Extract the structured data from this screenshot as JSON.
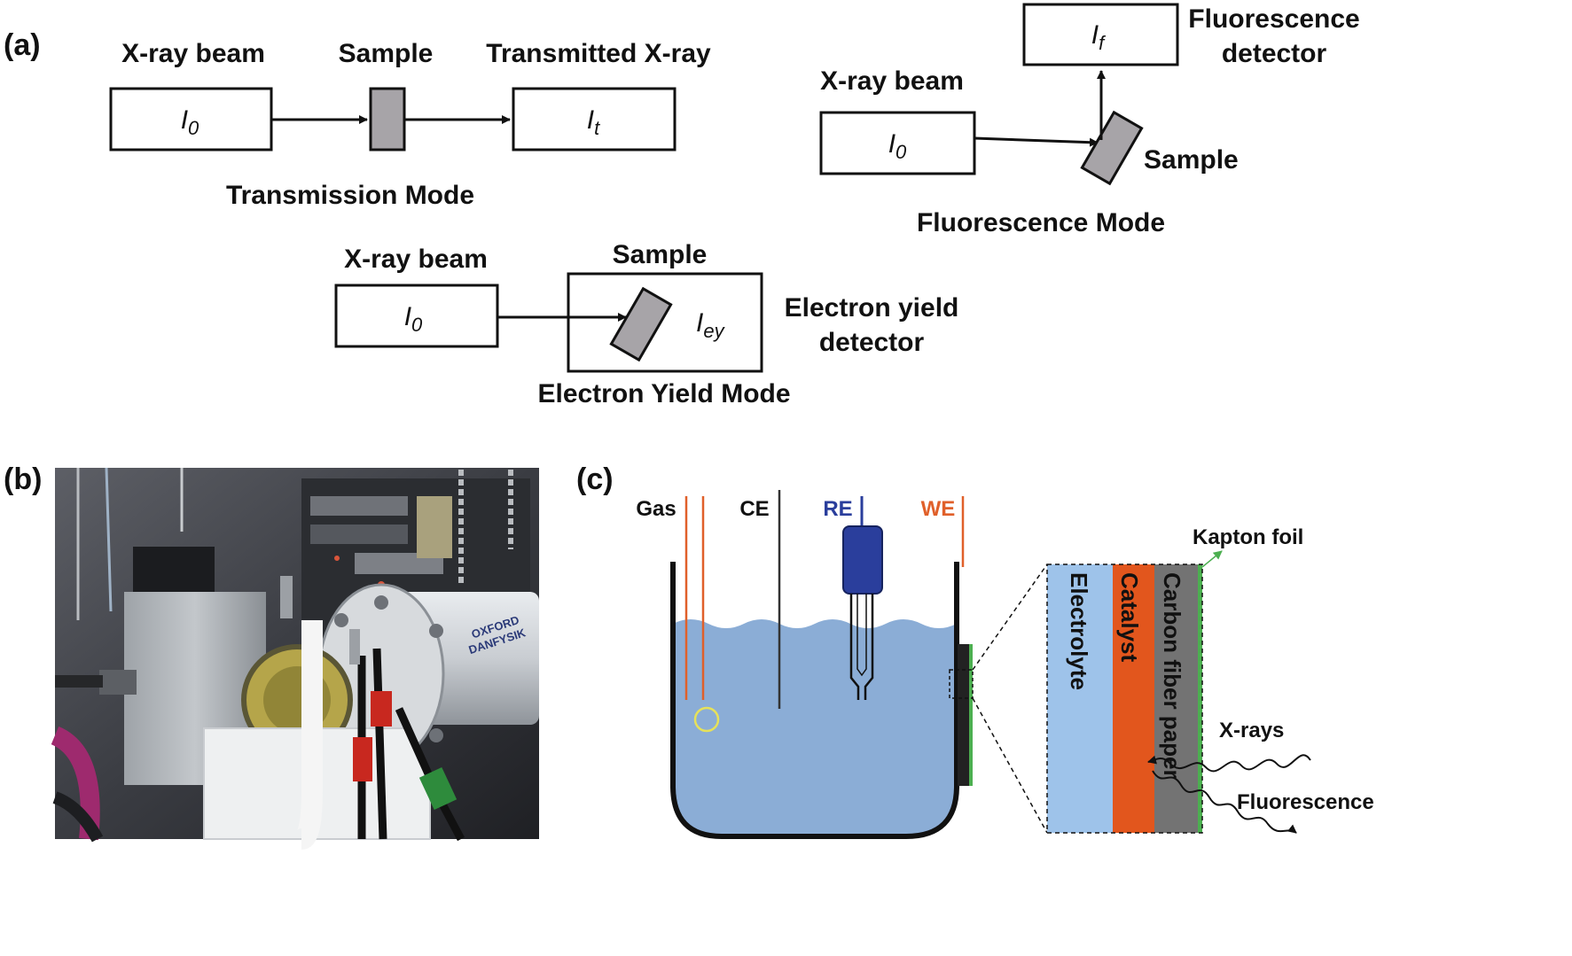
{
  "panels": {
    "a": "(a)",
    "b": "(b)",
    "c": "(c)"
  },
  "transmission": {
    "beam_label": "X-ray beam",
    "sample_label": "Sample",
    "transmitted_label": "Transmitted X-ray",
    "i0_base": "I",
    "i0_sub": "0",
    "it_base": "I",
    "it_sub": "t",
    "mode_label": "Transmission Mode"
  },
  "fluorescence": {
    "beam_label": "X-ray beam",
    "detector_line1": "Fluorescence",
    "detector_line2": "detector",
    "i0_base": "I",
    "i0_sub": "0",
    "if_base": "I",
    "if_sub": "f",
    "sample_label": "Sample",
    "mode_label": "Fluorescence Mode"
  },
  "electron_yield": {
    "beam_label": "X-ray beam",
    "sample_label": "Sample",
    "i0_base": "I",
    "i0_sub": "0",
    "iey_base": "I",
    "iey_sub": "ey",
    "detector_line1": "Electron yield",
    "detector_line2": "detector",
    "mode_label": "Electron Yield Mode"
  },
  "photo": {
    "label_line1": "OXFORD",
    "label_line2": "DANFYSIK"
  },
  "cell": {
    "gas_label": "Gas",
    "ce_label": "CE",
    "re_label": "RE",
    "we_label": "WE",
    "kapton_label": "Kapton foil",
    "electrolyte_label": "Electrolyte",
    "catalyst_label": "Catalyst",
    "carbon_label": "Carbon fiber paper",
    "xrays_label": "X-rays",
    "fluorescence_label": "Fluorescence"
  },
  "colors": {
    "sample_gray": "#a7a4a8",
    "electrolyte_fill": "#8badd6",
    "electrolyte_layer": "#9ec3ea",
    "catalyst": "#e2561d",
    "carbon": "#737373",
    "re_blue": "#2a3e9c",
    "we_orange": "#e0602a",
    "kapton_green": "#4caf50",
    "bubble": "#e6e15a"
  }
}
